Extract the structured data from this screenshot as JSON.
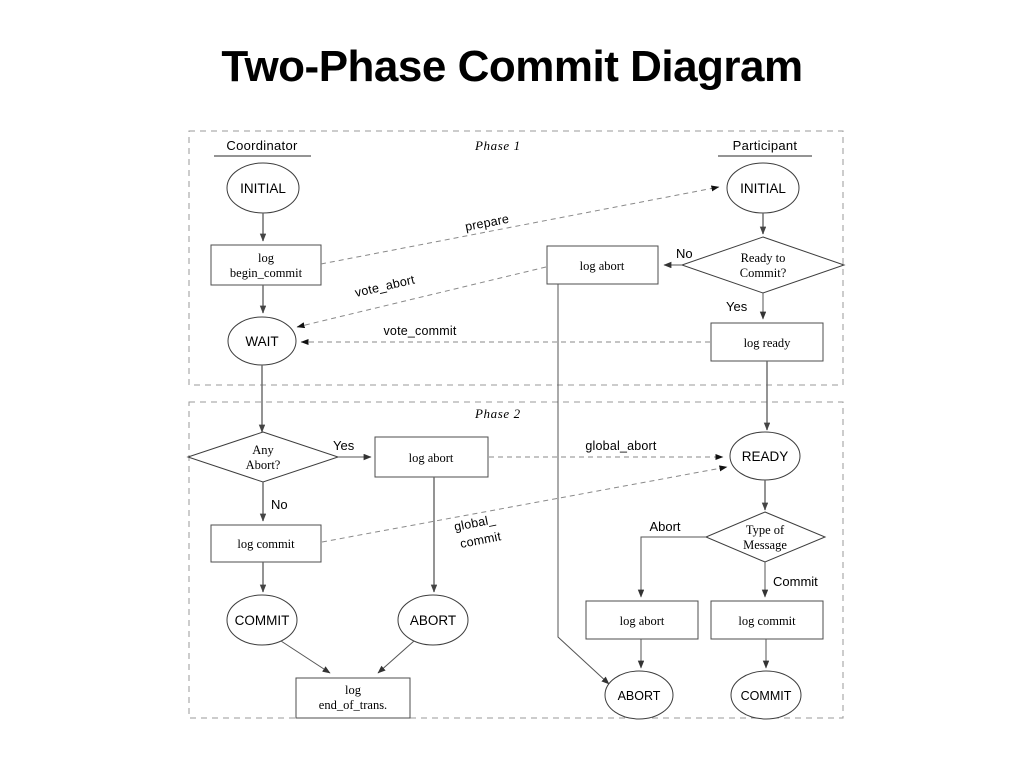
{
  "slide": {
    "title": "Two-Phase Commit Diagram"
  },
  "swimlanes": {
    "coordinator": "Coordinator",
    "participant": "Participant"
  },
  "phases": {
    "phase1": "Phase 1",
    "phase2": "Phase 2"
  },
  "nodes": {
    "coord_initial": "INITIAL",
    "coord_log_begin_commit_line1": "log",
    "coord_log_begin_commit_line2": "begin_commit",
    "coord_wait": "WAIT",
    "coord_any_abort_line1": "Any",
    "coord_any_abort_line2": "Abort?",
    "coord_log_abort_p2": "log abort",
    "coord_log_commit_p2": "log commit",
    "coord_commit": "COMMIT",
    "coord_abort": "ABORT",
    "coord_log_end_line1": "log",
    "coord_log_end_line2": "end_of_trans.",
    "part_initial": "INITIAL",
    "part_ready_to_commit_line1": "Ready to",
    "part_ready_to_commit_line2": "Commit?",
    "part_log_abort_p1": "log abort",
    "part_log_ready": "log ready",
    "part_ready": "READY",
    "part_type_of_message_line1": "Type of",
    "part_type_of_message_line2": "Message",
    "part_log_abort_p2": "log abort",
    "part_log_commit_p2": "log commit",
    "part_abort": "ABORT",
    "part_commit": "COMMIT"
  },
  "branch_labels": {
    "ready_no": "No",
    "ready_yes": "Yes",
    "any_abort_yes": "Yes",
    "any_abort_no": "No",
    "type_abort": "Abort",
    "type_commit": "Commit"
  },
  "messages": {
    "prepare": "prepare",
    "vote_abort": "vote_abort",
    "vote_commit": "vote_commit",
    "global_abort": "global_abort",
    "global_commit_line1": "global_",
    "global_commit_line2": "commit"
  },
  "colors": {
    "background": "#ffffff",
    "stroke": "#4d4d4d",
    "dashed_region": "#9a9a9a",
    "message_line": "#8a8a8a",
    "text": "#000000"
  }
}
